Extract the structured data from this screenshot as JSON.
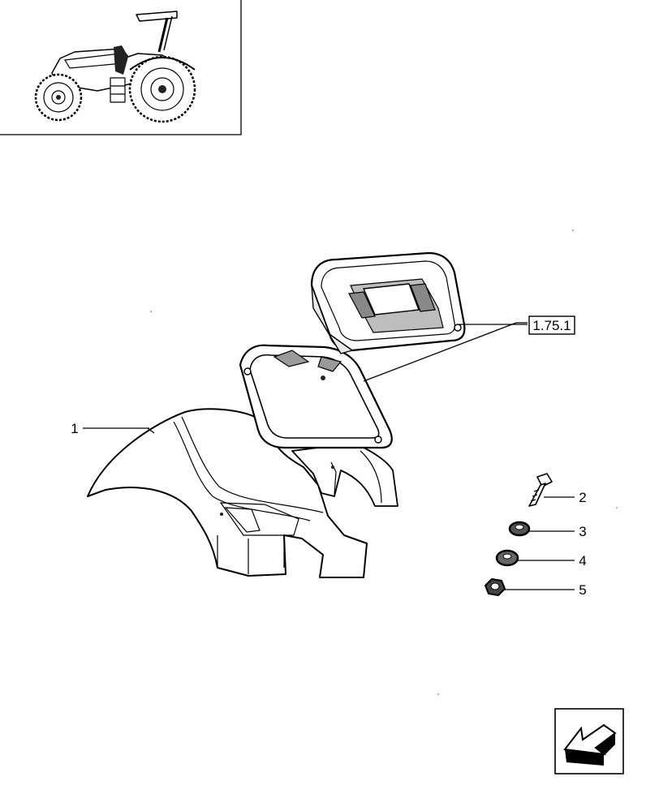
{
  "reference_box": "1.75.1",
  "callouts": [
    {
      "id": "1"
    },
    {
      "id": "2"
    },
    {
      "id": "3"
    },
    {
      "id": "4"
    },
    {
      "id": "5"
    }
  ],
  "thumbnail": {
    "icon": "tractor-icon"
  },
  "navigation": {
    "icon": "previous-arrow-icon"
  }
}
